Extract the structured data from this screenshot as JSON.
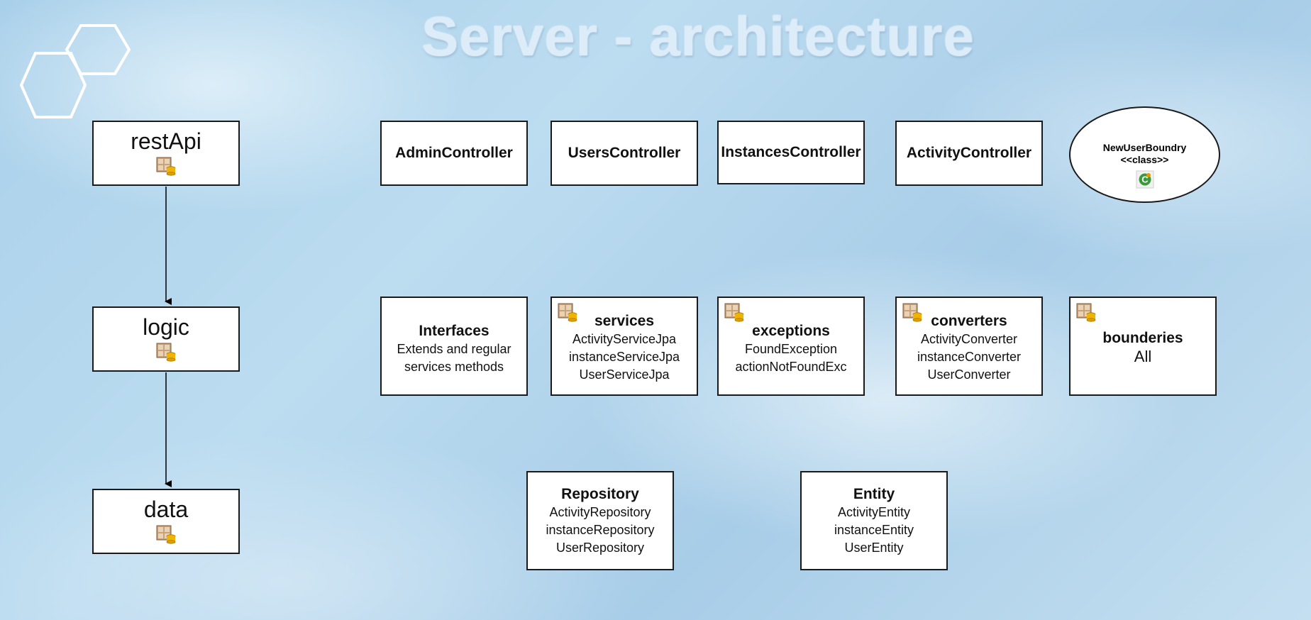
{
  "title": "Server - architecture",
  "layers": [
    {
      "label": "restApi",
      "icon": "package-icon"
    },
    {
      "label": "logic",
      "icon": "package-icon"
    },
    {
      "label": "data",
      "icon": "package-icon"
    }
  ],
  "controllers": [
    "AdminController",
    "UsersController",
    "InstancesController",
    "ActivityController"
  ],
  "boundary_class": {
    "name": "NewUserBoundry",
    "stereotype": "<<class>>",
    "icon": "class-icon"
  },
  "logic_groups": {
    "interfaces": {
      "name": "Interfaces",
      "lines": [
        "Extends and regular",
        "services methods"
      ]
    },
    "services": {
      "name": "services",
      "lines": [
        "ActivityServiceJpa",
        "instanceServiceJpa",
        "UserServiceJpa"
      ]
    },
    "exceptions": {
      "name": "exceptions",
      "lines": [
        "FoundException",
        "actionNotFoundExc"
      ]
    },
    "converters": {
      "name": "converters",
      "lines": [
        "ActivityConverter",
        "instanceConverter",
        "UserConverter"
      ]
    },
    "bounderies": {
      "name": "bounderies",
      "lines": [
        "All"
      ]
    }
  },
  "data_groups": {
    "repository": {
      "name": "Repository",
      "lines": [
        "ActivityRepository",
        "instanceRepository",
        "UserRepository"
      ]
    },
    "entity": {
      "name": "Entity",
      "lines": [
        "ActivityEntity",
        "instanceEntity",
        "UserEntity"
      ]
    }
  }
}
